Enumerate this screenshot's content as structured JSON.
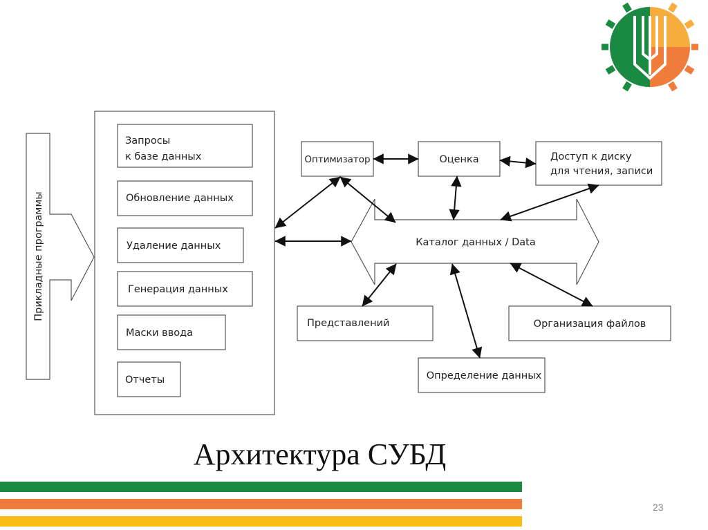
{
  "slide": {
    "title": "Архитектура СУБД",
    "page_number": "23",
    "colors": {
      "green": "#1a8a43",
      "orange": "#f07c3c",
      "yellow": "#fbbd15"
    }
  },
  "diagram": {
    "applications": "Прикладные программы",
    "modules": [
      {
        "line1": "Запросы",
        "line2": "к базе данных"
      },
      {
        "line1": "Обновление данных"
      },
      {
        "line1": "Удаление данных"
      },
      {
        "line1": "Генерация данных"
      },
      {
        "line1": "Маски ввода"
      },
      {
        "line1": "Отчеты"
      }
    ],
    "optimizer": "Оптимизатор",
    "estimate": "Оценка",
    "disk_access": {
      "line1": "Доступ к диску",
      "line2": "для чтения, записи"
    },
    "catalog": "Каталог данных / Data",
    "views": "Представлений",
    "file_org": "Организация файлов",
    "data_def": "Определение данных"
  }
}
